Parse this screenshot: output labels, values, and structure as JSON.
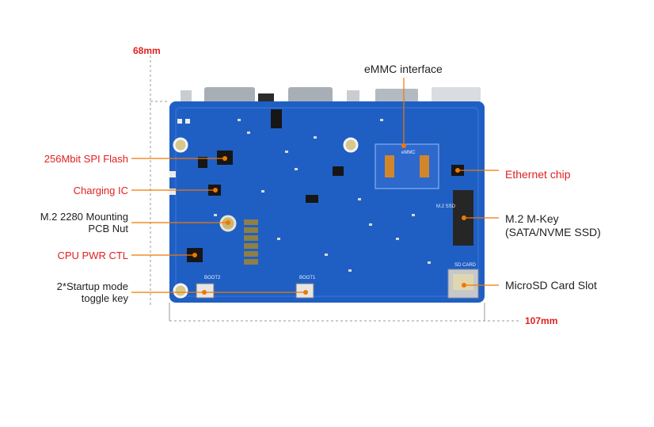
{
  "dimensions": {
    "height_label": "68mm",
    "width_label": "107mm"
  },
  "callouts": {
    "emmc": "eMMC interface",
    "spi_flash": "256Mbit SPI Flash",
    "charging_ic": "Charging IC",
    "m2_nut_line1": "M.2 2280 Mounting",
    "m2_nut_line2": "PCB Nut",
    "cpu_pwr": "CPU PWR CTL",
    "startup_line1": "2*Startup mode",
    "startup_line2": "toggle key",
    "ethernet": "Ethernet chip",
    "m2_key_line1": "M.2 M-Key",
    "m2_key_line2": "(SATA/NVME SSD)",
    "microsd": "MicroSD Card Slot"
  },
  "silkscreen": {
    "emmc": "eMMC",
    "m2_slot": "M.2 SSD",
    "sd_card": "SD CARD",
    "boot1": "BOOT1",
    "boot2": "BOOT2"
  },
  "colors": {
    "accent": "#e02020",
    "pcb": "#1f5fc4",
    "leader": "#f07800"
  }
}
